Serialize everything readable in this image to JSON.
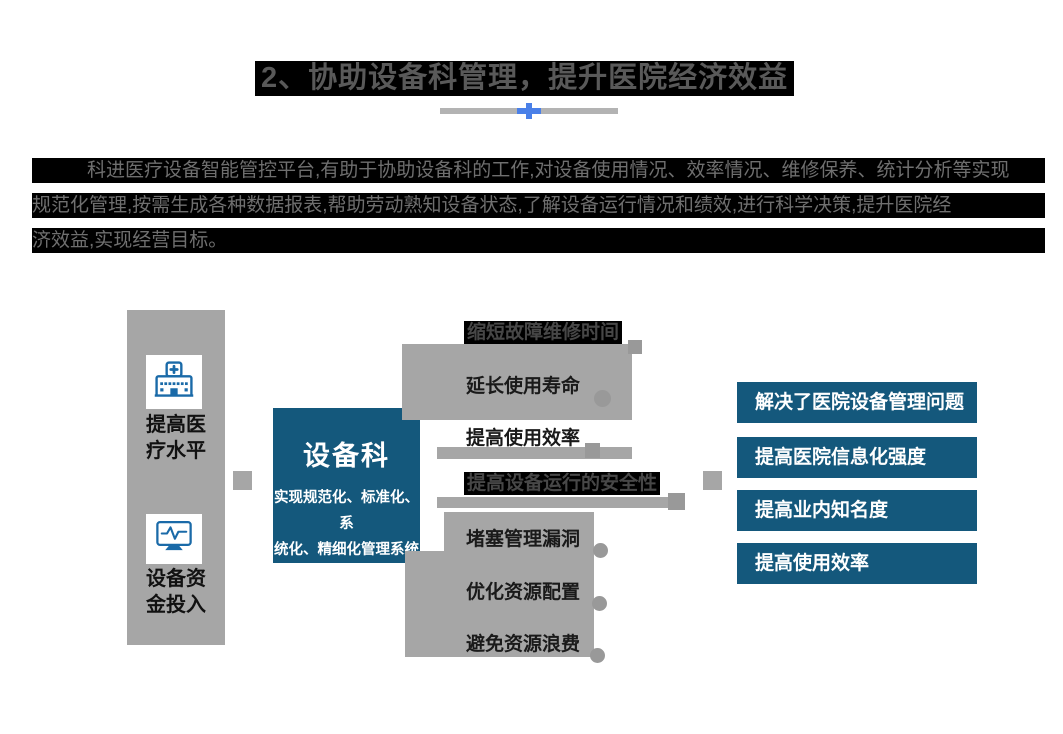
{
  "title": {
    "text": "2、协助设备科管理，提升医院经济效益"
  },
  "intro": {
    "lines": [
      "科进医疗设备智能管控平台,有助于协助设备科的工作,对设备使用情况、效率情况、维修保养、统计分析等实现",
      "规范化管理,按需生成各种数据报表,帮助劳动熟知设备状态,了解设备运行情况和绩效,进行科学决策,提升医院经",
      "济效益,实现经营目标。"
    ]
  },
  "diagram": {
    "inputs": [
      {
        "icon": "hospital-icon",
        "lines": [
          "提高医",
          "疗水平"
        ]
      },
      {
        "icon": "monitor-pulse-icon",
        "lines": [
          "设备资",
          "金投入"
        ]
      }
    ],
    "hub": {
      "title": "设备科",
      "sub1": "实现规范化、标准化、系",
      "sub2": "统化、精细化管理系统"
    },
    "benefits": [
      "缩短故障维修时间",
      "延长使用寿命",
      "提高使用效率",
      "提高设备运行的安全性",
      "堵塞管理漏洞",
      "优化资源配置",
      "避免资源浪费"
    ],
    "outcomes": [
      "解决了医院设备管理问题",
      "提高医院信息化强度",
      "提高业内知名度",
      "提高使用效率"
    ]
  },
  "colors": {
    "accent_blue": "#14587c",
    "panel_gray": "#a6a6a6",
    "marker_gray": "#999999",
    "icon_blue": "#1a6aa8",
    "divider_gray": "#b3b3b3",
    "divider_blue": "#4a80e8",
    "highlight_black": "#000000",
    "title_gray": "#595959"
  }
}
